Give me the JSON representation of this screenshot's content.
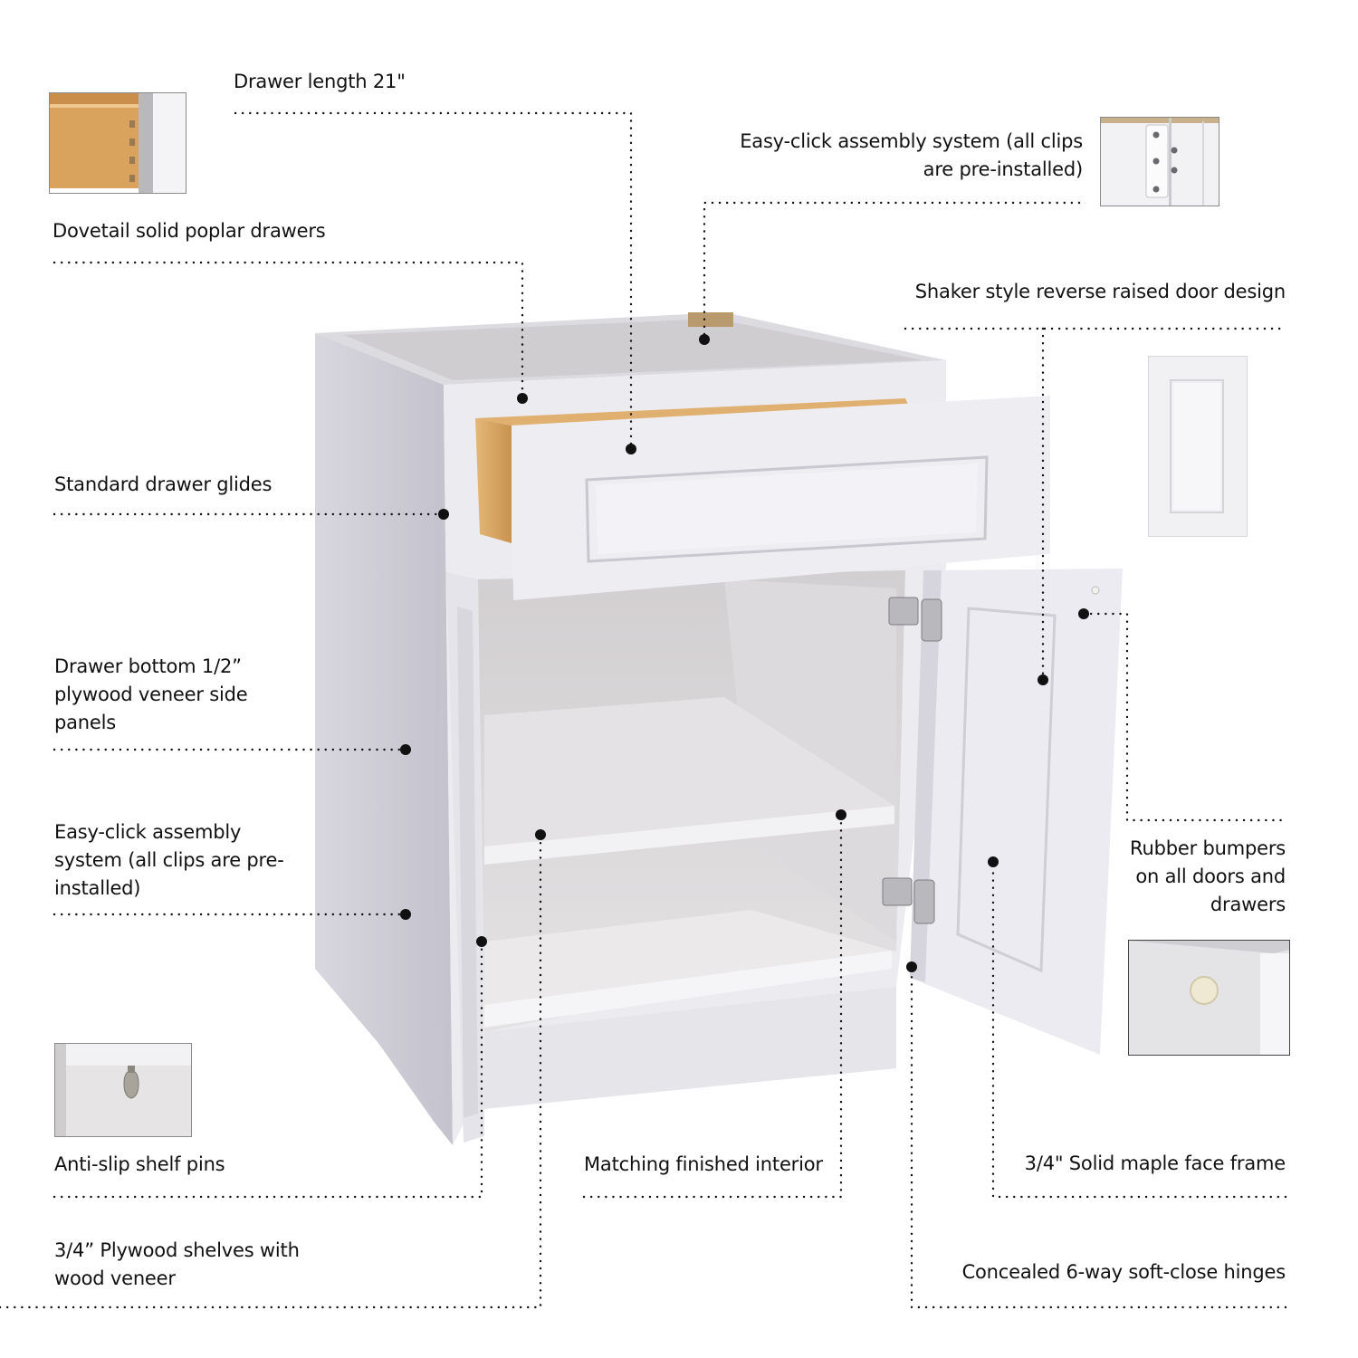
{
  "title": "Base cabinet feature callouts",
  "callouts": {
    "drawer_length": "Drawer length 21\"",
    "dovetail": "Dovetail solid poplar drawers",
    "easy_click_top_line1": "Easy-click assembly system (all clips",
    "easy_click_top_line2": "are pre-installed)",
    "shaker": "Shaker style reverse raised door design",
    "drawer_glides": "Standard drawer glides",
    "drawer_bottom_line1": "Drawer bottom 1/2”",
    "drawer_bottom_line2": "plywood veneer side",
    "drawer_bottom_line3": "panels",
    "easy_click_left_line1": "Easy-click assembly",
    "easy_click_left_line2": "system (all clips are pre-",
    "easy_click_left_line3": "installed)",
    "rubber_line1": "Rubber bumpers",
    "rubber_line2": "on all doors and",
    "rubber_line3": "drawers",
    "shelf_pins": "Anti-slip shelf pins",
    "matching_interior": "Matching finished interior",
    "face_frame": "3/4\" Solid maple face frame",
    "plywood_line1": "3/4” Plywood shelves with",
    "plywood_line2": "wood veneer",
    "hinges": "Concealed 6-way soft-close hinges"
  },
  "thumbnails": [
    {
      "name": "dovetail-drawer-photo"
    },
    {
      "name": "assembly-clip-photo"
    },
    {
      "name": "shaker-door-photo"
    },
    {
      "name": "rubber-bumper-photo"
    },
    {
      "name": "shelf-pin-photo"
    }
  ],
  "colors": {
    "cabinet_white": "#e9e8ee",
    "cabinet_side": "#c9c8d2",
    "wood": "#d9a866",
    "leader_dots": "#111111"
  }
}
